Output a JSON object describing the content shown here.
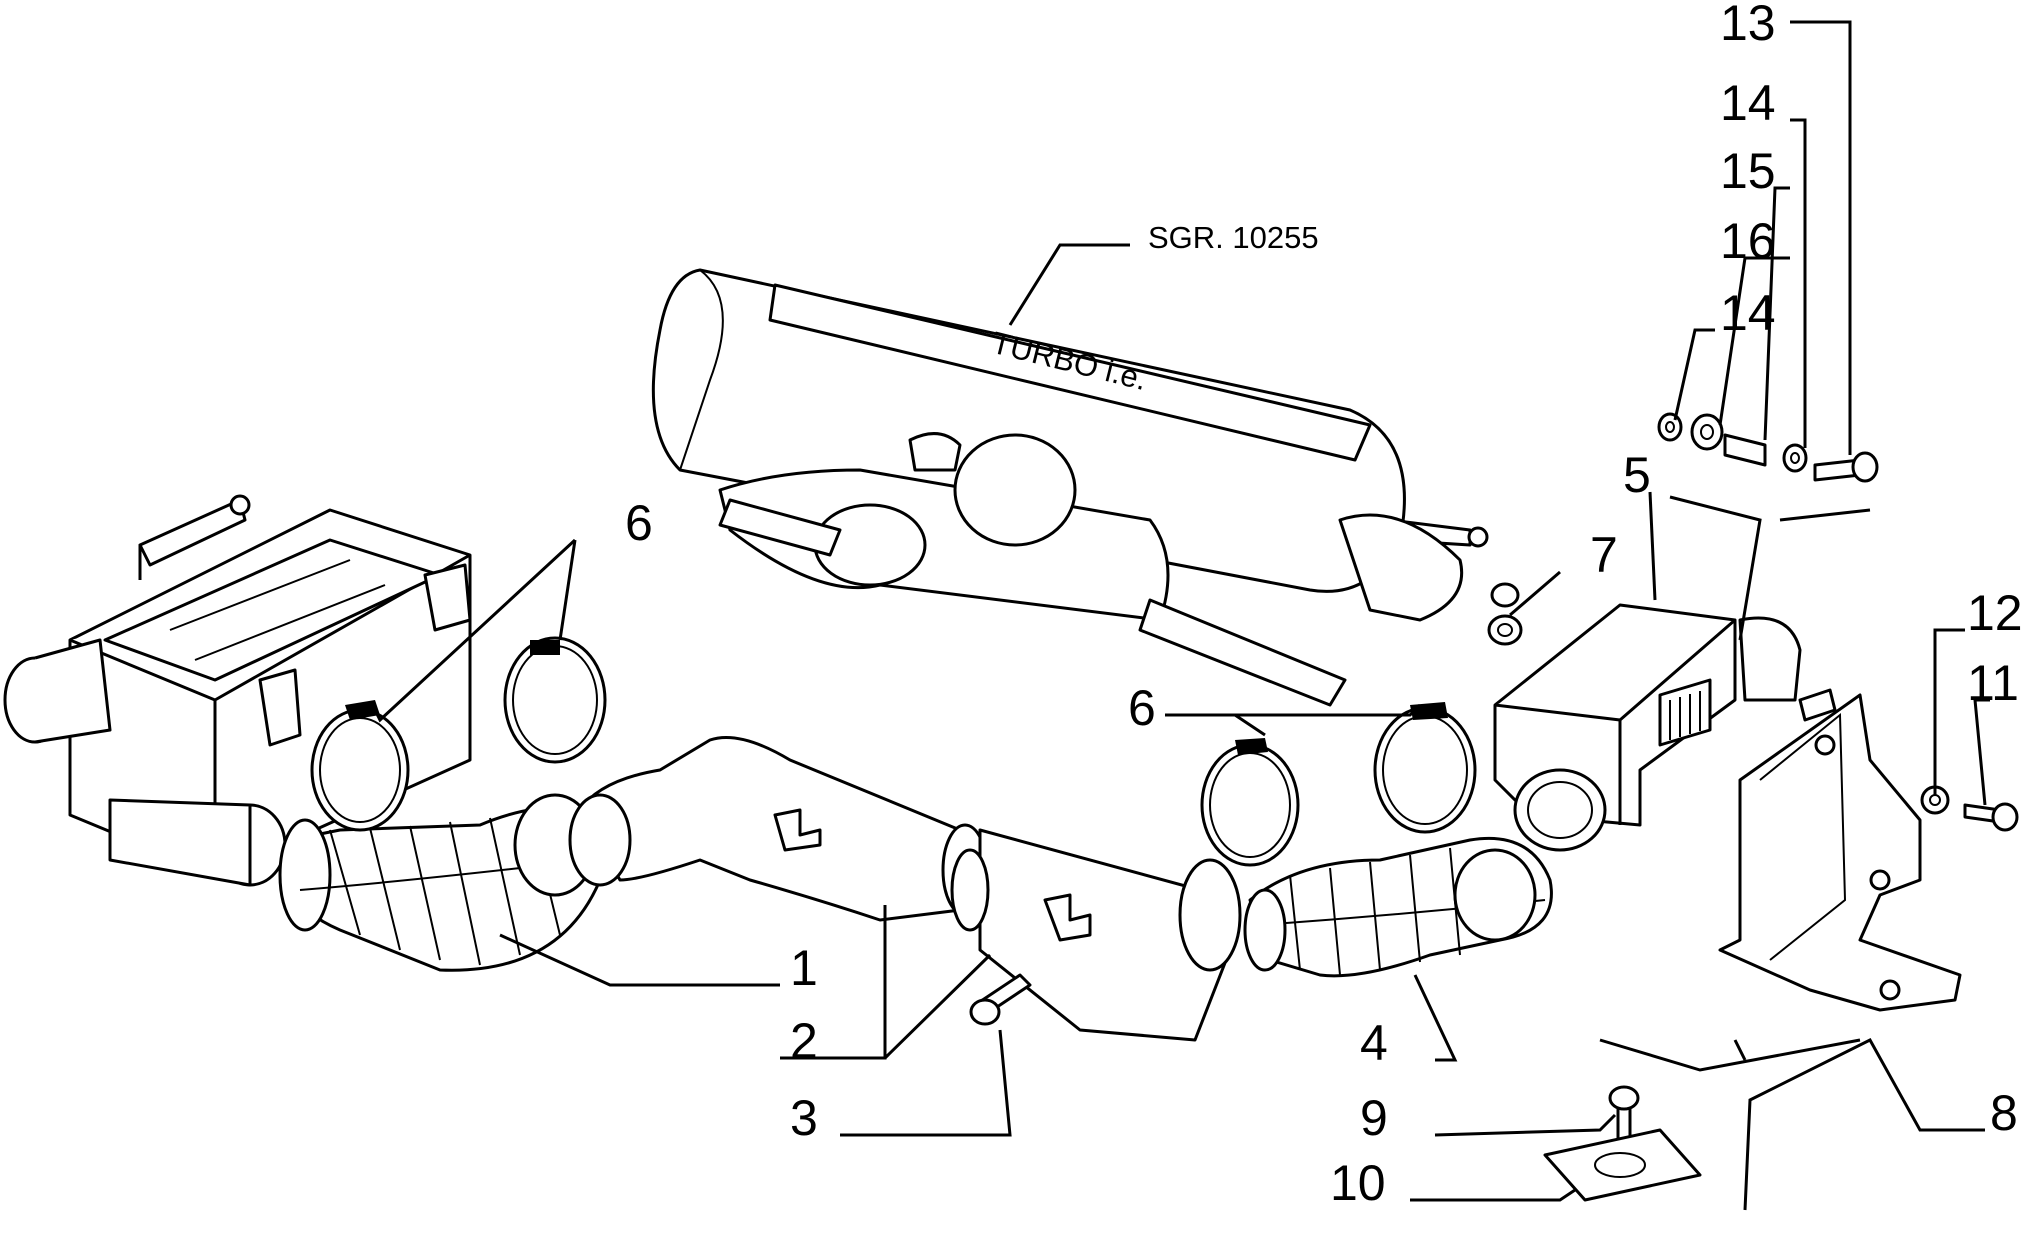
{
  "labels": {
    "p1": "1",
    "p2": "2",
    "p3": "3",
    "p4": "4",
    "p5": "5",
    "p6a": "6",
    "p6b": "6",
    "p7": "7",
    "p8": "8",
    "p9": "9",
    "p10": "10",
    "p11": "11",
    "p12": "12",
    "p13": "13",
    "p14a": "14",
    "p15": "15",
    "p16": "16",
    "p14b": "14"
  },
  "reference": "SGR. 10255",
  "badge_text": "TURBO i.e."
}
